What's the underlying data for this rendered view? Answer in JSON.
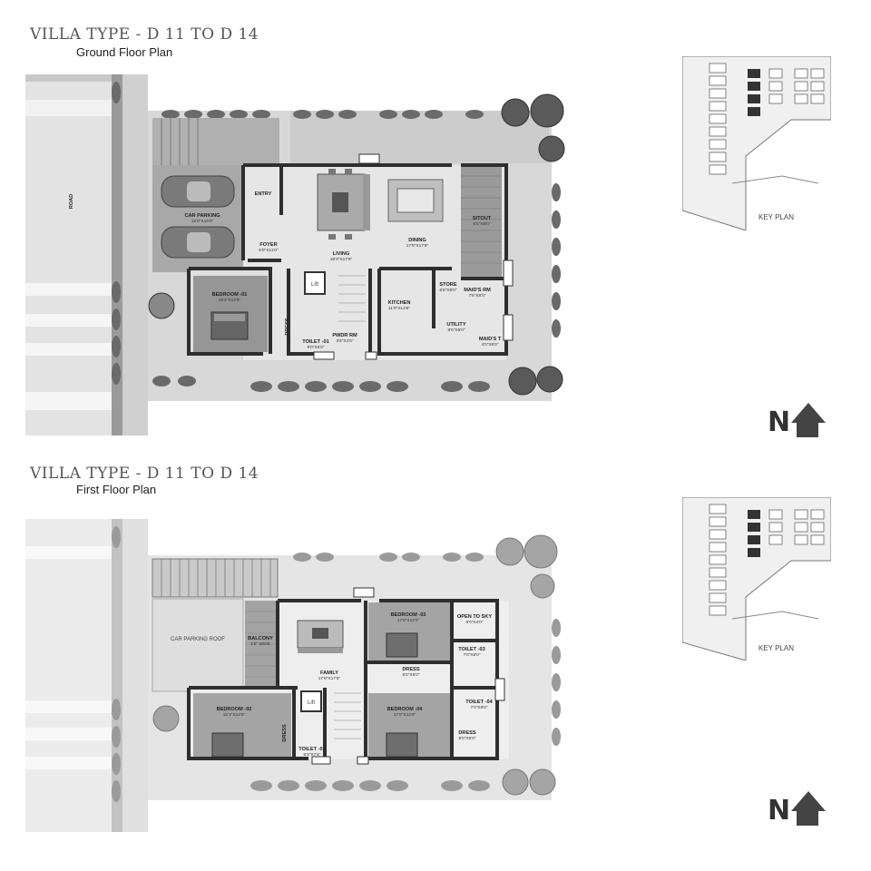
{
  "ground_floor": {
    "title": "VILLA TYPE - D 11 TO D 14",
    "subtitle": "Ground Floor Plan",
    "road_label": "ROAD",
    "rooms": {
      "car_parking": {
        "name": "CAR PARKING",
        "dim": "18'0\"X16'0\""
      },
      "entry": {
        "name": "ENTRY"
      },
      "foyer": {
        "name": "FOYER",
        "dim": "6'0\"X11'0\""
      },
      "living": {
        "name": "LIVING",
        "dim": "18'3\"X17'6\""
      },
      "dining": {
        "name": "DINING",
        "dim": "17'9\"X17'6\""
      },
      "sitout": {
        "name": "SITOUT",
        "dim": "6'4\"X8'0\""
      },
      "bedroom1": {
        "name": "BEDROOM -01",
        "dim": "15'3\"X14'5\""
      },
      "dress": {
        "name": "DRESS"
      },
      "toilet1": {
        "name": "TOILET -01",
        "dim": "9'0\"X6'0\""
      },
      "lift": {
        "name": "Lift"
      },
      "pwdr": {
        "name": "PWDR RM",
        "dim": "3'6\"X4'0\""
      },
      "kitchen": {
        "name": "KITCHEN",
        "dim": "11'0\"X14'6\""
      },
      "store": {
        "name": "STORE",
        "dim": "6'6\"X6'0\""
      },
      "maids_rm": {
        "name": "MAID'S RM",
        "dim": "7'6\"X8'0\""
      },
      "utility": {
        "name": "UTILITY",
        "dim": "8'6\"X6'0\""
      },
      "maids_t": {
        "name": "MAID'S T",
        "dim": "4'0\"X6'0\""
      }
    },
    "key_plan_label": "KEY PLAN",
    "north_label": "N"
  },
  "first_floor": {
    "title": "VILLA TYPE - D 11 TO D 14",
    "subtitle": "First Floor Plan",
    "rooms": {
      "car_parking_roof": {
        "name": "CAR PARKING ROOF"
      },
      "balcony": {
        "name": "BALCONY",
        "dim": "4'6\" WIDE"
      },
      "family": {
        "name": "FAMILY",
        "dim": "17'9\"X17'6\""
      },
      "bedroom3": {
        "name": "BEDROOM -03",
        "dim": "17'0\"X12'0\""
      },
      "open_to_sky": {
        "name": "OPEN TO SKY",
        "dim": "8'0\"X4'0\""
      },
      "toilet3": {
        "name": "TOILET -03",
        "dim": "7'0\"X8'0\""
      },
      "dress3": {
        "name": "DRESS",
        "dim": "6'0\"X6'0\""
      },
      "lift": {
        "name": "Lift"
      },
      "bedroom2": {
        "name": "BEDROOM -02",
        "dim": "15'3\"X14'5\""
      },
      "dress2": {
        "name": "DRESS"
      },
      "toilet1": {
        "name": "TOILET -01",
        "dim": "6'3\"X7'6\""
      },
      "bedroom4": {
        "name": "BEDROOM -04",
        "dim": "17'0\"X14'6\""
      },
      "toilet4": {
        "name": "TOILET -04",
        "dim": "7'0\"X8'0\""
      },
      "dress4": {
        "name": "DRESS",
        "dim": "8'0\"X6'0\""
      }
    },
    "key_plan_label": "KEY PLAN",
    "north_label": "N"
  },
  "colors": {
    "wall": "#3a3a3a",
    "floor": "#e4e4e4",
    "wood": "#8f8f8f",
    "tree": "#555555",
    "ground": "#cfcfcf"
  }
}
